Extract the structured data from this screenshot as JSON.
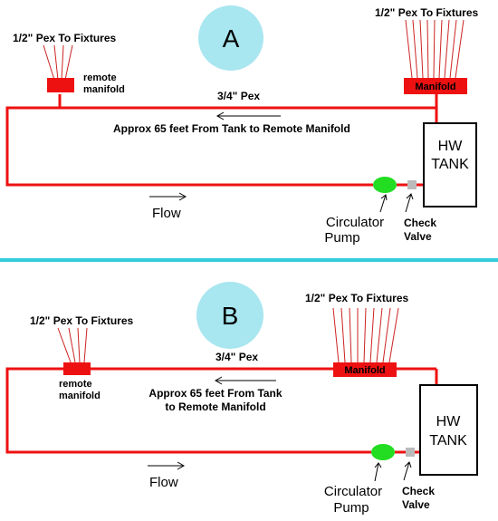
{
  "colors": {
    "pipe": "#ee1111",
    "fixture_line": "#cc2222",
    "circle": "#a8e6f0",
    "divider": "#33ccdd",
    "pump": "#22dd22",
    "check_valve": "#bbbbbb",
    "manifold": "#ee1111"
  },
  "diagrams": [
    {
      "letter": "A",
      "remote_fixtures_label": "1/2\" Pex To Fixtures",
      "remote_manifold_line1": "remote",
      "remote_manifold_line2": "manifold",
      "tank_fixtures_label": "1/2\" Pex To Fixtures",
      "manifold_label": "Manifold",
      "pex_label": "3/4\" Pex",
      "distance_line1": "Approx 65 feet From Tank to Remote Manifold",
      "distance_line2": "",
      "flow_label": "Flow",
      "tank_line1": "HW",
      "tank_line2": "TANK",
      "pump_line1": "Circulator",
      "pump_line2": "Pump",
      "check_line1": "Check",
      "check_line2": "Valve"
    },
    {
      "letter": "B",
      "remote_fixtures_label": "1/2\" Pex To Fixtures",
      "remote_manifold_line1": "remote",
      "remote_manifold_line2": "manifold",
      "tank_fixtures_label": "1/2\" Pex To Fixtures",
      "manifold_label": "Manifold",
      "pex_label": "3/4\" Pex",
      "distance_line1": "Approx 65 feet From Tank",
      "distance_line2": "to Remote Manifold",
      "flow_label": "Flow",
      "tank_line1": "HW",
      "tank_line2": "TANK",
      "pump_line1": "Circulator",
      "pump_line2": "Pump",
      "check_line1": "Check",
      "check_line2": "Valve"
    }
  ]
}
